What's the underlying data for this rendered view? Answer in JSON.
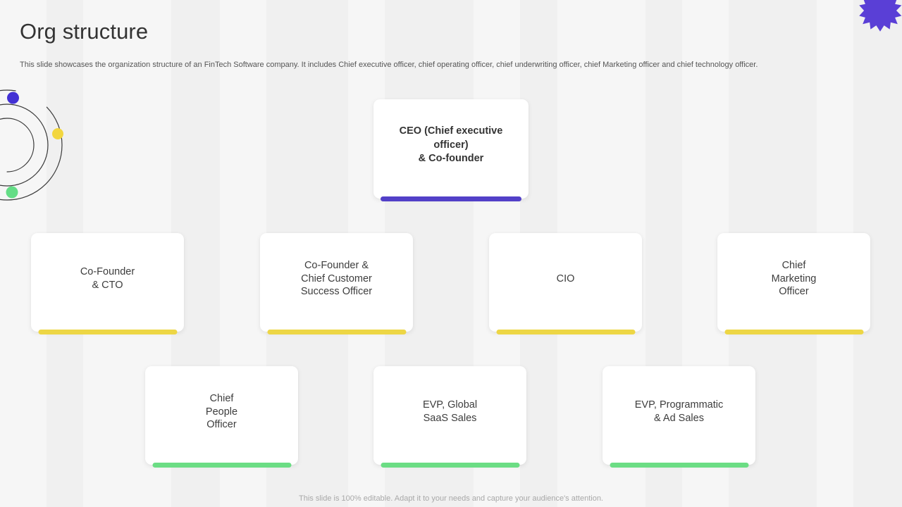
{
  "header": {
    "title": "Org structure",
    "subtitle": "This slide showcases the organization structure of an FinTech Software company. It includes Chief executive officer, chief operating officer, chief underwriting officer, chief Marketing officer and chief technology officer."
  },
  "footer": {
    "note": "This slide is 100% editable. Adapt it to your needs and capture your audience's attention."
  },
  "theme": {
    "accent_purple": "#5240c8",
    "accent_yellow": "#edd645",
    "accent_green": "#6bdd84",
    "card_background": "#ffffff",
    "band_light": "#f6f6f6",
    "band_dark": "#f0f0f0",
    "title_color": "#333333",
    "text_color": "#3d3d3d",
    "footer_color": "#a8a8a8"
  },
  "decorations": {
    "orbit": {
      "name": "orbit-rings",
      "dots": [
        {
          "name": "purple-dot",
          "color": "#4331d4"
        },
        {
          "name": "yellow-dot",
          "color": "#f2d63f"
        },
        {
          "name": "green-dot",
          "color": "#64dd86"
        }
      ],
      "ring_color": "#3a3a3a"
    },
    "starburst": {
      "name": "starburst",
      "color": "#5a3fd6"
    }
  },
  "org_chart": {
    "levels": [
      {
        "name": "executive",
        "accent": "#5240c8",
        "nodes": [
          {
            "label": "CEO (Chief executive\nofficer)\n& Co-founder"
          }
        ]
      },
      {
        "name": "senior-leadership",
        "accent": "#edd645",
        "nodes": [
          {
            "label": "Co-Founder\n& CTO"
          },
          {
            "label": "Co-Founder &\nChief Customer\nSuccess Officer"
          },
          {
            "label": "CIO"
          },
          {
            "label": "Chief\nMarketing\nOfficer"
          }
        ]
      },
      {
        "name": "vice-presidents",
        "accent": "#6bdd84",
        "nodes": [
          {
            "label": "Chief\nPeople\nOfficer"
          },
          {
            "label": "EVP, Global\nSaaS Sales"
          },
          {
            "label": "EVP, Programmatic\n& Ad Sales"
          }
        ]
      }
    ]
  }
}
